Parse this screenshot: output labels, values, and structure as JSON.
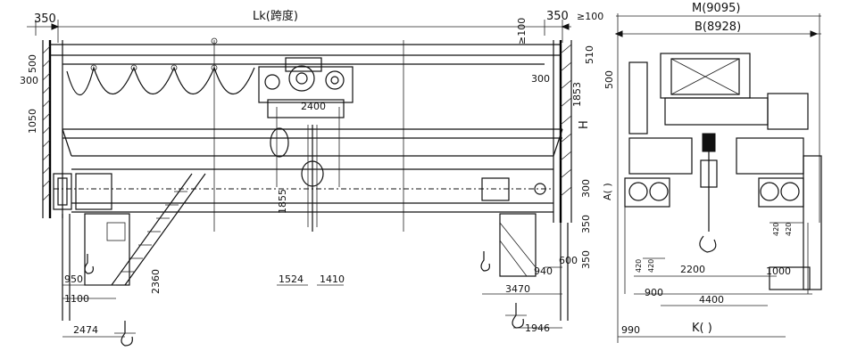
{
  "labels": {
    "lk": "Lk(跨度)",
    "m": "M(9095)",
    "b": "B(8928)",
    "k": "K(  )",
    "h": "H",
    "a": "A(  )"
  },
  "dims": {
    "d350_left": "350",
    "d350_right": "350",
    "d100_ge": "≥100",
    "d100_tilt": "≥100",
    "d500_left": "500",
    "d300_left": "300",
    "d1050": "1050",
    "d2400": "2400",
    "d300_right": "300",
    "d1853": "1853",
    "d500_right": "500",
    "d510": "510",
    "d300_lower": "300",
    "d350_lower": "350",
    "d350_bottom": "350",
    "d600": "600",
    "d940": "940",
    "d3470": "3470",
    "d1946": "1946",
    "d1524": "1524",
    "d1410": "1410",
    "d1855": "1855",
    "d2360": "2360",
    "d950": "950",
    "d1100": "1100",
    "d2474": "2474",
    "d990": "990",
    "d900": "900",
    "d4400": "4400",
    "d2200": "2200",
    "d1000": "1000",
    "d420_a": "420",
    "d420_b": "420",
    "d420_c": "420",
    "d420_d": "420"
  }
}
